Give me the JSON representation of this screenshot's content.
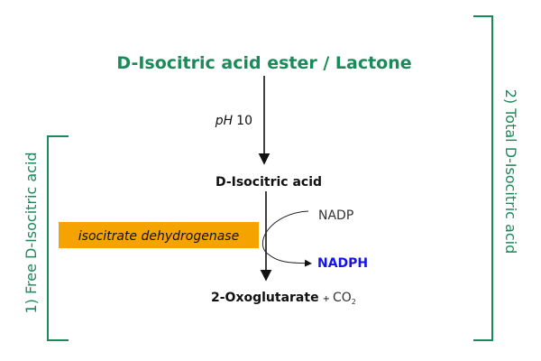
{
  "colors": {
    "green": "#1a8a5a",
    "orange": "#f5a300",
    "blue": "#1414e6",
    "black": "#111111",
    "gray": "#333333"
  },
  "title": "D-Isocitric acid ester / Lactone",
  "ph_label": {
    "italic": "pH",
    "value": "10"
  },
  "intermediate": "D-Isocitric acid",
  "enzyme": "isocitrate dehydrogenase",
  "cofactor_in": "NADP",
  "cofactor_out": "NADPH",
  "product": "2-Oxoglutarate",
  "plus": "+",
  "co2": {
    "base": "CO",
    "sub": "2"
  },
  "bracket_left_label": "1) Free D-Isocitric acid",
  "bracket_right_label": "2) Total D-Isocitric acid"
}
